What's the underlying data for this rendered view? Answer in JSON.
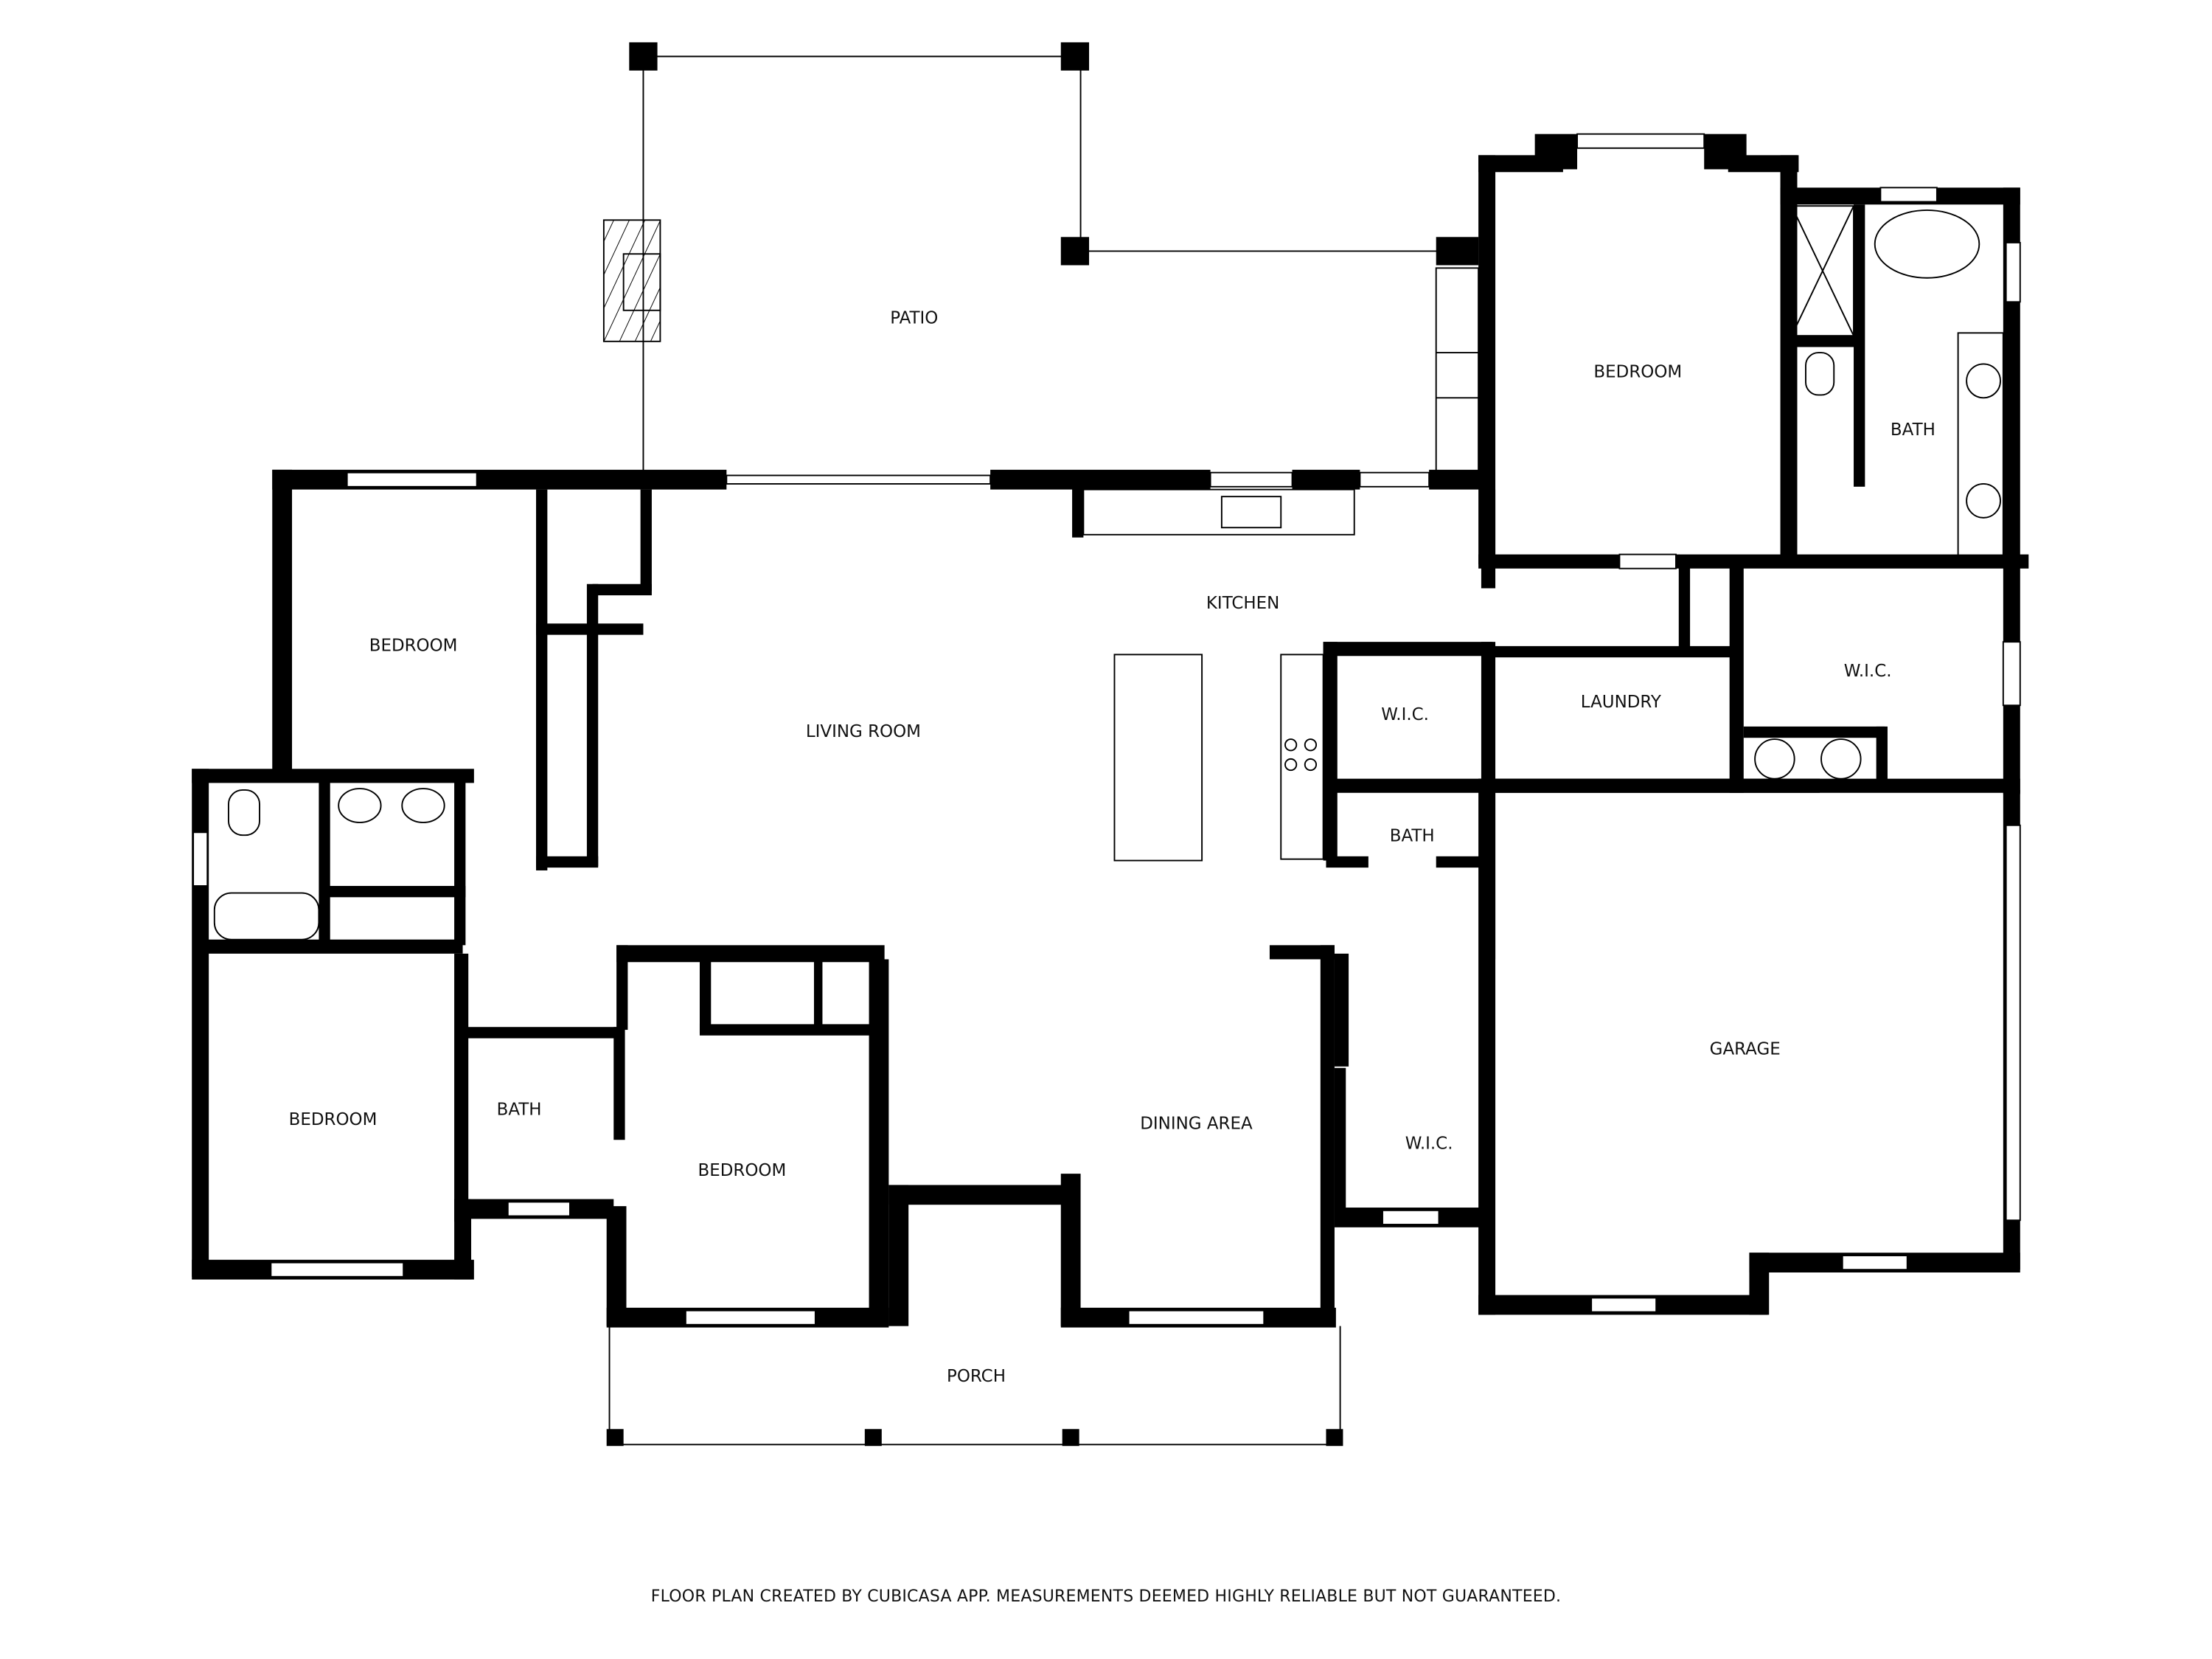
{
  "plan": {
    "rooms": {
      "patio": "PATIO",
      "bedroom_master": "BEDROOM",
      "bath_master": "BATH",
      "bedroom_nw": "BEDROOM",
      "kitchen": "KITCHEN",
      "living_room": "LIVING ROOM",
      "wic_center": "W.I.C.",
      "laundry": "LAUNDRY",
      "wic_master": "W.I.C.",
      "bath_half": "BATH",
      "bedroom_sw": "BEDROOM",
      "bath_sw": "BATH",
      "bedroom_s": "BEDROOM",
      "dining_area": "DINING AREA",
      "wic_garage": "W.I.C.",
      "garage": "GARAGE",
      "porch": "PORCH"
    }
  },
  "footer": {
    "disclaimer": "FLOOR PLAN CREATED BY CUBICASA APP. MEASUREMENTS DEEMED HIGHLY RELIABLE BUT NOT GUARANTEED."
  }
}
